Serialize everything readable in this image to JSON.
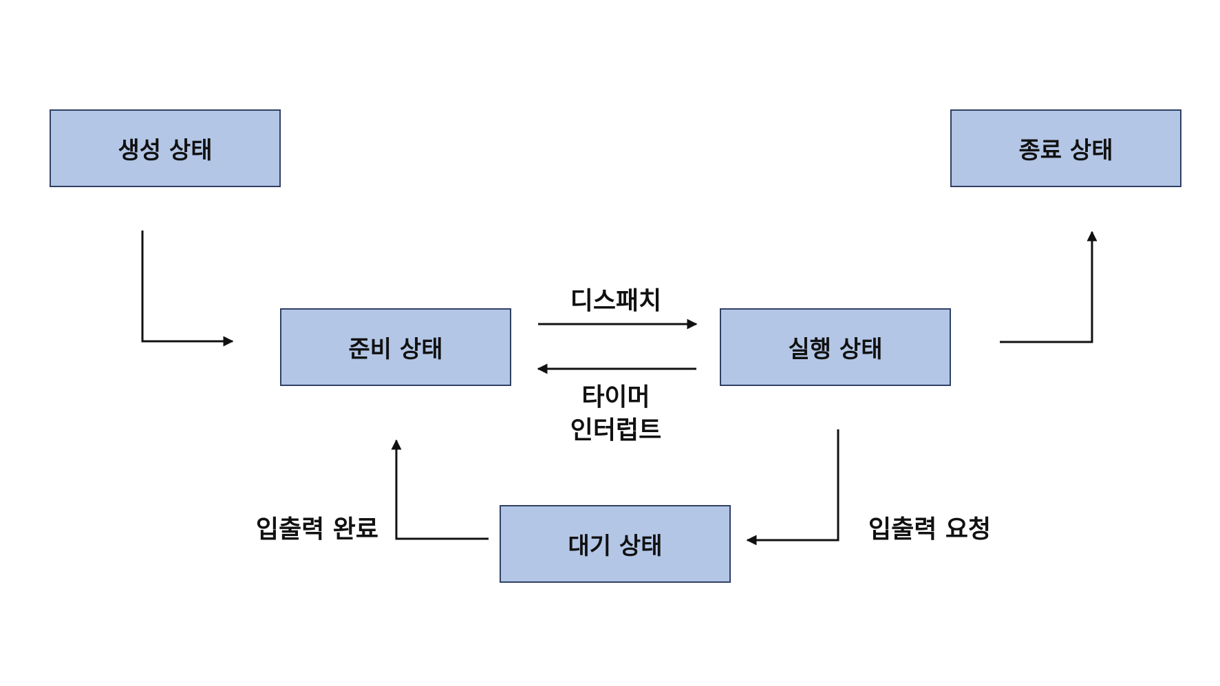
{
  "states": {
    "created": "생성 상태",
    "terminated": "종료 상태",
    "ready": "준비 상태",
    "running": "실행 상태",
    "waiting": "대기 상태"
  },
  "transitions": {
    "dispatch": "디스패치",
    "timer_interrupt_line1": "타이머",
    "timer_interrupt_line2": "인터럽트",
    "io_complete": "입출력 완료",
    "io_request": "입출력 요청"
  },
  "colors": {
    "box_fill": "#b3c6e6",
    "box_border": "#2f3f63",
    "arrow": "#111111"
  }
}
